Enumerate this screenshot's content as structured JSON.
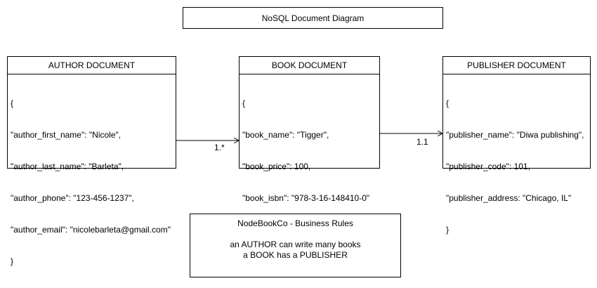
{
  "title": "NoSQL Document Diagram",
  "documents": {
    "author": {
      "header": "AUTHOR DOCUMENT",
      "lines": [
        "{",
        "\"author_first_name\": \"Nicole\",",
        "\"author_last_name\": \"Barleta\",",
        "\"author_phone\": \"123-456-1237\",",
        "\"author_email\": \"nicolebarleta@gmail.com\"",
        "}"
      ]
    },
    "book": {
      "header": "BOOK DOCUMENT",
      "lines": [
        "{",
        "\"book_name\": \"Tigger\",",
        "\"book_price\": 100,",
        "\"book_isbn\": \"978-3-16-148410-0\"",
        "}"
      ]
    },
    "publisher": {
      "header": "PUBLISHER DOCUMENT",
      "lines": [
        "{",
        "\"publisher_name\": \"Diwa publishing\",",
        "\"publisher_code\": 101,",
        "\"publisher_address: \"Chicago, IL\"",
        "}"
      ]
    }
  },
  "relations": {
    "author_to_book": "1.*",
    "book_to_publisher": "1.1"
  },
  "business_rules": {
    "title": "NodeBookCo - Business Rules",
    "rules": [
      "an AUTHOR can write many books",
      "a BOOK has a PUBLISHER"
    ]
  }
}
